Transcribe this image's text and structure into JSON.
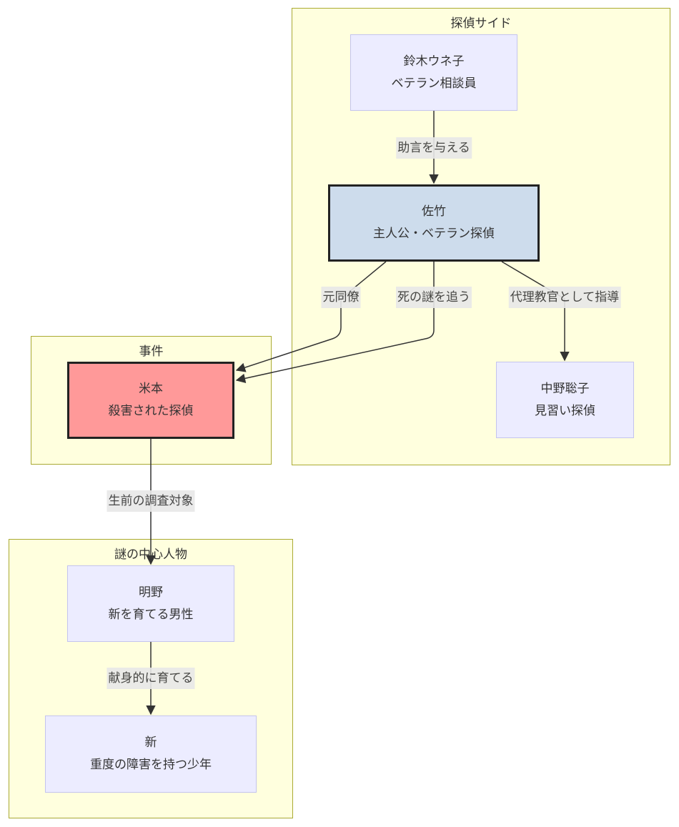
{
  "clusters": {
    "detective": {
      "title": "探偵サイド"
    },
    "incident": {
      "title": "事件"
    },
    "mystery": {
      "title": "謎の中心人物"
    }
  },
  "nodes": {
    "suzuki": {
      "name": "鈴木ウネ子",
      "role": "ベテラン相談員"
    },
    "satake": {
      "name": "佐竹",
      "role": "主人公・ベテラン探偵"
    },
    "nakano": {
      "name": "中野聡子",
      "role": "見習い探偵"
    },
    "yonemoto": {
      "name": "米本",
      "role": "殺害された探偵"
    },
    "akeno": {
      "name": "明野",
      "role": "新を育てる男性"
    },
    "arata": {
      "name": "新",
      "role": "重度の障害を持つ少年"
    }
  },
  "edges": [
    {
      "from": "suzuki",
      "to": "satake",
      "label": "助言を与える"
    },
    {
      "from": "satake",
      "to": "yonemoto",
      "label": "元同僚"
    },
    {
      "from": "satake",
      "to": "yonemoto",
      "label": "死の謎を追う"
    },
    {
      "from": "satake",
      "to": "nakano",
      "label": "代理教官として指導"
    },
    {
      "from": "yonemoto",
      "to": "akeno",
      "label": "生前の調査対象"
    },
    {
      "from": "akeno",
      "to": "arata",
      "label": "献身的に育てる"
    }
  ],
  "colors": {
    "cluster_fill": "#ffffde",
    "cluster_border": "#aaaa33",
    "node_fill": "#ececff",
    "protagonist_fill": "#cddcec",
    "victim_fill": "#ff9999",
    "edge_stroke": "#333333",
    "edge_label_bg": "#e8e8e8"
  }
}
